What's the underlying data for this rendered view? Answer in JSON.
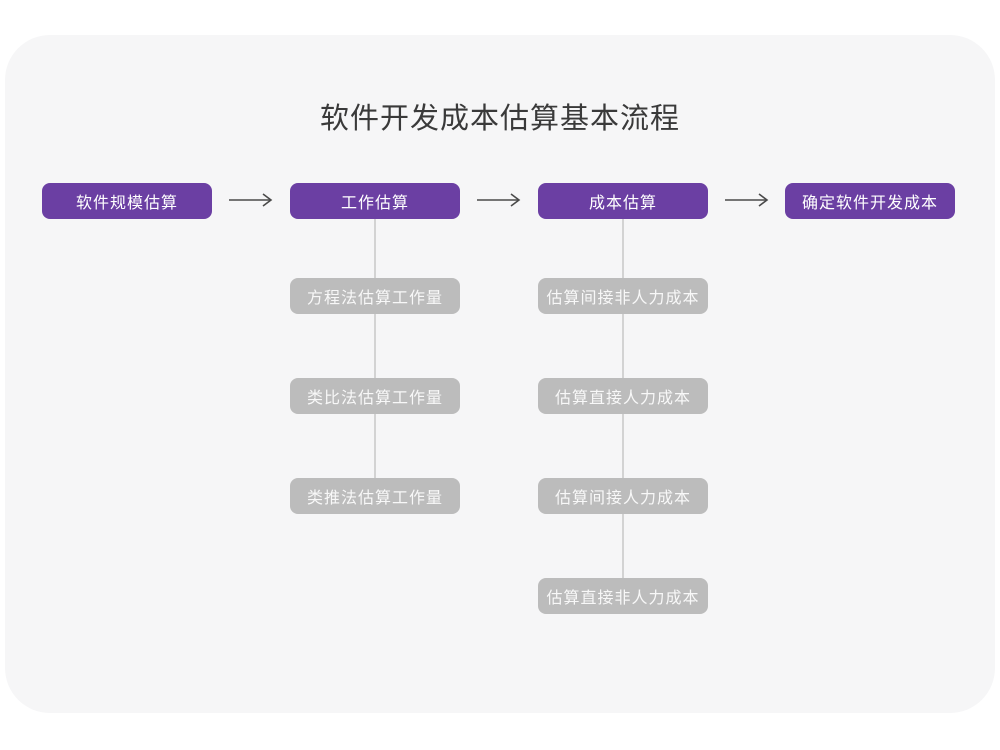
{
  "title": "软件开发成本估算基本流程",
  "colors": {
    "accent_purple": "#6b3fa3",
    "sub_box_gray": "#bcbcbc",
    "connector_line": "#d3d3d3",
    "arrow": "#4a4a4a",
    "card_background": "#f6f6f7",
    "page_background": "#ffffff",
    "title_text": "#3a3a3a"
  },
  "flow": {
    "main_steps": [
      {
        "label": "软件规模估算"
      },
      {
        "label": "工作估算"
      },
      {
        "label": "成本估算"
      },
      {
        "label": "确定软件开发成本"
      }
    ],
    "work_estimation_children": [
      {
        "label": "方程法估算工作量"
      },
      {
        "label": "类比法估算工作量"
      },
      {
        "label": "类推法估算工作量"
      }
    ],
    "cost_estimation_children": [
      {
        "label": "估算间接非人力成本"
      },
      {
        "label": "估算直接人力成本"
      },
      {
        "label": "估算间接人力成本"
      },
      {
        "label": "估算直接非人力成本"
      }
    ]
  }
}
